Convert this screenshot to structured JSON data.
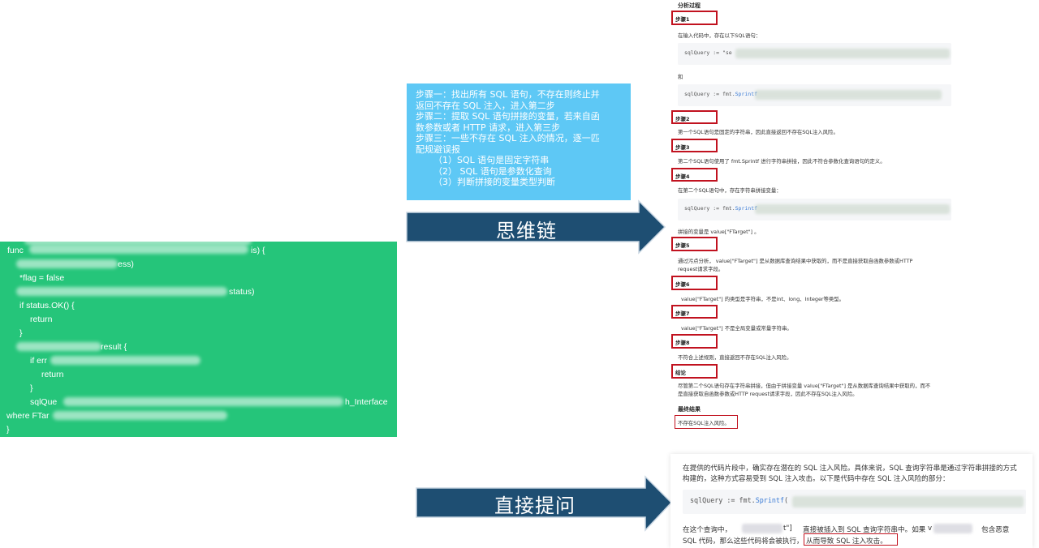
{
  "code_panel": {
    "lines": [
      "func",
      "is) {",
      "ess)",
      "*flag = false",
      "status)",
      "if status.OK() {",
      "return",
      "}",
      "result {",
      "if err",
      "return",
      "}",
      "sqlQue",
      "h_Interface",
      "where FTar",
      "}"
    ]
  },
  "steps_box": {
    "step1_line1": "步骤一：找出所有 SQL 语句，不存在则终止并",
    "step1_line2": "返回不存在 SQL 注入，进入第二步",
    "step2_line1": "步骤二：提取 SQL 语句拼接的变量，若来自函",
    "step2_line2": "数参数或者 HTTP 请求，进入第三步",
    "step3_line1": "步骤三：一些不存在 SQL 注入的情况，逐一匹",
    "step3_line2": "配规避误报",
    "sub1": "（1）SQL 语句是固定字符串",
    "sub2": "（2） SQL 语句是参数化查询",
    "sub3": "（3）判断拼接的变量类型判断"
  },
  "arrows": {
    "cot_label": "思维链",
    "direct_label": "直接提问"
  },
  "analysis": {
    "title": "分析过程",
    "step_labels": [
      "步骤1",
      "步骤2",
      "步骤3",
      "步骤4",
      "步骤5",
      "步骤6",
      "步骤7",
      "步骤8",
      "结论"
    ],
    "s1_text": "在输入代码中，存在以下SQL语句：",
    "s1_code1": "sqlQuery := \"se",
    "and_text": "和",
    "s1_code2_pre": "sqlQuery := fmt.",
    "s1_code2_fn": "Sprintf",
    "s2_text": "第一个SQL语句是固定的字符串，因此直接返回不存在SQL注入风险。",
    "s3_pre": "第二个SQL语句使用了",
    "s3_code": "fmt.Sprintf",
    "s3_post": "进行字符串拼接，因此不符合参数化查询语句的定义。",
    "s4_text": "在第二个SQL语句中，存在字符串拼接变量：",
    "s4_code_pre": "sqlQuery := fmt.",
    "s4_code_fn": "Sprintf",
    "s4_var_pre": "拼接的变量是",
    "s4_var_code": "value[\"FTarget\"]",
    "s4_var_post": "。",
    "s5_pre": "通过污点分析，",
    "s5_code": "value[\"FTarget\"]",
    "s5_post": "是从数据库查询结果中获取的，而不是直接获取自函数参数或HTTP",
    "s5_line2": "request请求字段。",
    "s6_code": "value[\"FTarget\"]",
    "s6_text": "的类型是字符串，不是int、long、Integer等类型。",
    "s7_code": "value[\"FTarget\"]",
    "s7_text": "不是全局变量或常量字符串。",
    "s8_text": "不符合上述规则，直接返回不存在SQL注入风险。",
    "concl_pre": "尽管第二个SQL语句存在字符串拼接，但由于拼接变量",
    "concl_code": "value[\"FTarget\"]",
    "concl_post": "是从数据库查询结果中获取的，而不",
    "concl_line2": "是直接获取自函数参数或HTTP request请求字段，因此不存在SQL注入风险。",
    "final_title": "最终结果",
    "final_result": "不存在SQL注入风险。"
  },
  "direct_answer": {
    "line1": "在提供的代码片段中，确实存在潜在的 SQL 注入风险。具体来说，SQL 查询字符串是通过字符串拼接的方式",
    "line2": "构建的，这种方式容易受到 SQL 注入攻击。以下是代码中存在 SQL 注入风险的部分：",
    "code_pre": "sqlQuery := fmt.",
    "code_fn": "Sprintf",
    "code_paren": "(",
    "line3_pre": "在这个查询中，",
    "line3_code": "t\"]",
    "line3_mid": "直接被插入到 SQL 查询字符串中。如果",
    "line3_v": "v",
    "line3_post": "包含恶意",
    "line4_pre": "SQL 代码，那么这些代码将会被执行，",
    "line4_boxed": "从而导致 SQL 注入攻击。"
  },
  "colors": {
    "code_panel_bg": "#25c57a",
    "steps_box_bg": "#5ec8f5",
    "arrow_fill": "#1e4e72",
    "highlight_border": "#c1121f"
  }
}
